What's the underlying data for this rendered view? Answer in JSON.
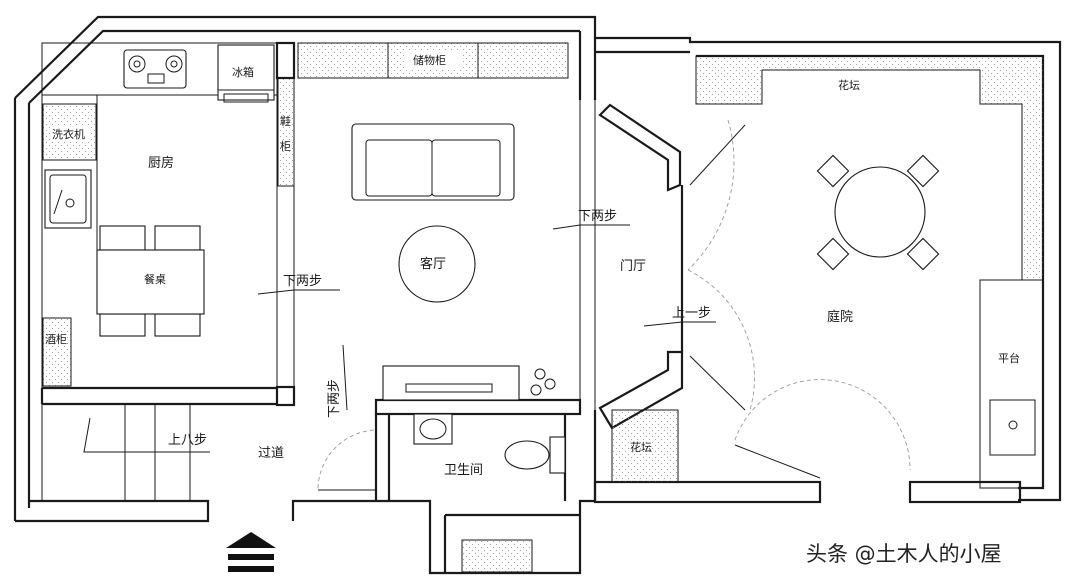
{
  "rooms": {
    "kitchen": "厨房",
    "living_room": "客厅",
    "foyer": "门厅",
    "courtyard": "庭院",
    "bathroom": "卫生间",
    "corridor": "过道"
  },
  "furniture": {
    "fridge": "冰箱",
    "storage_cabinet": "储物柜",
    "shoe_cabinet_line1": "鞋",
    "shoe_cabinet_line2": "柜",
    "washer": "洗衣机",
    "dining_table": "餐桌",
    "wine_cabinet": "酒柜",
    "flower_bed_top": "花坛",
    "flower_bed_bottom": "花坛",
    "platform": "平台"
  },
  "steps": {
    "down_two_living": "下两步",
    "down_two_foyer": "下两步",
    "down_two_hall": "下两步",
    "up_one": "上一步",
    "up_eight": "上八步"
  },
  "watermark": "头条 @土木人的小屋",
  "icons": {
    "entry": "entry-arrow-icon",
    "stove": "stove-icon",
    "sink": "sink-icon",
    "toilet": "toilet-icon",
    "sofa": "sofa-icon",
    "round_table": "round-table-icon"
  }
}
